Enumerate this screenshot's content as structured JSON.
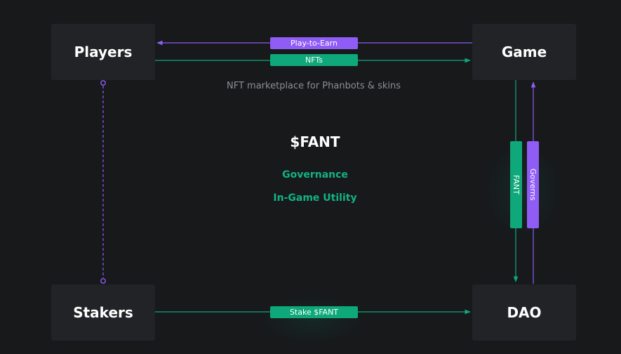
{
  "nodes": {
    "players": "Players",
    "game": "Game",
    "stakers": "Stakers",
    "dao": "DAO"
  },
  "edges": {
    "play_to_earn": "Play-to-Earn",
    "nfts": "NFTs",
    "stake_fant": "Stake $FANT",
    "fant": "FANT",
    "governs": "Governs"
  },
  "caption": "NFT marketplace for Phanbots & skins",
  "token": {
    "name": "$FANT",
    "features": [
      "Governance",
      "In-Game Utility"
    ]
  },
  "colors": {
    "background": "#17191b",
    "node": "#222326",
    "purple": "#8f5cf6",
    "green": "#0fa87a",
    "green_text": "#12b383"
  }
}
